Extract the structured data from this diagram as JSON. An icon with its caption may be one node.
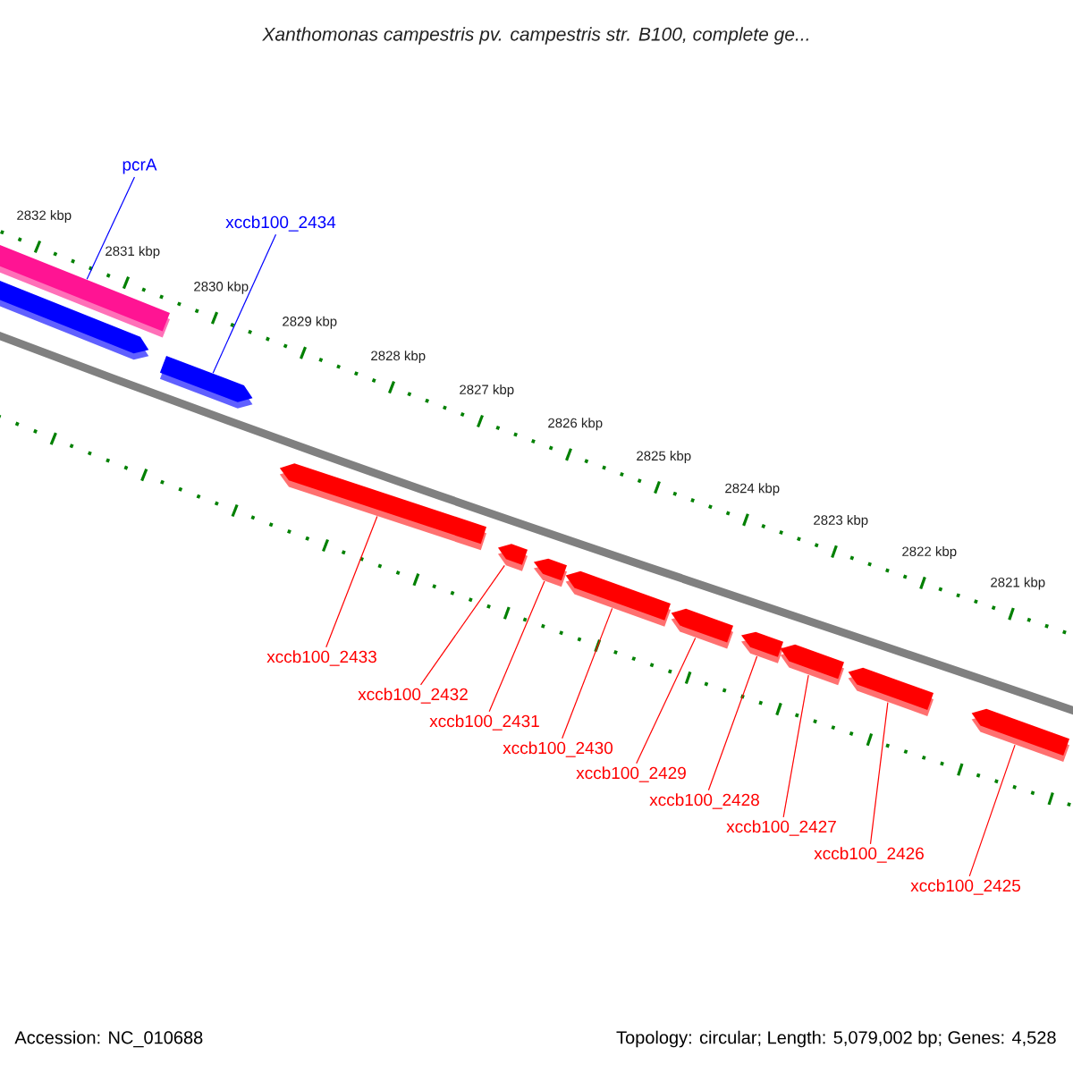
{
  "diagram": {
    "title": "Xanthomonas campestris pv. campestris str. B100, complete ge...",
    "nodes": [
      {
        "text": [
          "pcrA"
        ]
      },
      {
        "text": [
          "xccb100_2434"
        ]
      },
      {
        "text": [
          "xccb100_2433"
        ]
      },
      {
        "text": [
          "xccb100_2432"
        ]
      },
      {
        "text": [
          "xccb100_2431"
        ]
      },
      {
        "text": [
          "xccb100_2430"
        ]
      },
      {
        "text": [
          "xccb100_2429"
        ]
      },
      {
        "text": [
          "xccb100_2428"
        ]
      },
      {
        "text": [
          "xccb100_2427"
        ]
      },
      {
        "text": [
          "xccb100_2426"
        ]
      },
      {
        "text": [
          "xccb100_2425"
        ]
      },
      {
        "text": [],
        "shape": "bar"
      },
      {
        "text": [],
        "shape": "bar"
      },
      {
        "text": [],
        "shape": "bar"
      },
      {
        "text": [],
        "shape": "bar"
      },
      {
        "text": [],
        "shape": "bar"
      },
      {
        "text": [],
        "shape": "bar"
      },
      {
        "text": [],
        "shape": "bar"
      },
      {
        "text": [],
        "shape": "bar"
      },
      {
        "text": [],
        "shape": "bar"
      },
      {
        "text": [],
        "shape": "bar"
      },
      {
        "text": [],
        "shape": "bar"
      },
      {
        "text": [],
        "shape": "bar"
      }
    ],
    "edges": [
      {
        "from": 0,
        "to": 11,
        "arrow": "none",
        "color": "#0000ff"
      },
      {
        "from": 1,
        "to": 13,
        "arrow": "none",
        "color": "#0000ff"
      },
      {
        "from": 2,
        "to": 14,
        "arrow": "none"
      },
      {
        "from": 3,
        "to": 15,
        "arrow": "none"
      },
      {
        "from": 4,
        "to": 16,
        "arrow": "none"
      },
      {
        "from": 5,
        "to": 17,
        "arrow": "none"
      },
      {
        "from": 6,
        "to": 18,
        "arrow": "none"
      },
      {
        "from": 7,
        "to": 19,
        "arrow": "none"
      },
      {
        "from": 8,
        "to": 20,
        "arrow": "none"
      },
      {
        "from": 9,
        "to": 21,
        "arrow": "none"
      },
      {
        "from": 10,
        "to": 22,
        "arrow": "none"
      }
    ],
    "labels": [
      "2832 kbp",
      "2831 kbp",
      "2830 kbp",
      "2829 kbp",
      "2828 kbp",
      "2827 kbp",
      "2826 kbp",
      "2825 kbp",
      "2824 kbp",
      "2823 kbp",
      "2822 kbp",
      "2821 kbp",
      "Accession: NC_010688",
      "Topology: circular; Length: 5,079,002 bp; Genes: 4,528"
    ]
  }
}
